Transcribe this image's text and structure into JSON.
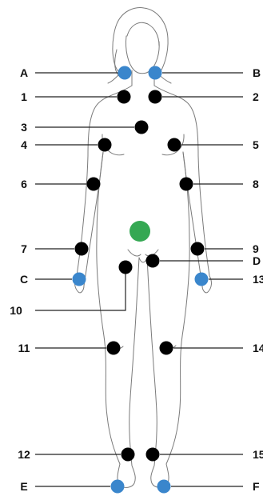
{
  "colors": {
    "black_point": "#000000",
    "blue_point": "#3a86cc",
    "green_point": "#35a853",
    "outline": "#7a7a7a",
    "leader": "#222222"
  },
  "points": [
    {
      "id": "A",
      "label": "A",
      "color": "blue"
    },
    {
      "id": "B",
      "label": "B",
      "color": "blue"
    },
    {
      "id": "1",
      "label": "1",
      "color": "black"
    },
    {
      "id": "2",
      "label": "2",
      "color": "black"
    },
    {
      "id": "3",
      "label": "3",
      "color": "black"
    },
    {
      "id": "4",
      "label": "4",
      "color": "black"
    },
    {
      "id": "5",
      "label": "5",
      "color": "black"
    },
    {
      "id": "6",
      "label": "6",
      "color": "black"
    },
    {
      "id": "8",
      "label": "8",
      "color": "black"
    },
    {
      "id": "7",
      "label": "7",
      "color": "black"
    },
    {
      "id": "9",
      "label": "9",
      "color": "black"
    },
    {
      "id": "D",
      "label": "D",
      "color": "black"
    },
    {
      "id": "C",
      "label": "C",
      "color": "blue"
    },
    {
      "id": "13",
      "label": "13",
      "color": "blue"
    },
    {
      "id": "10",
      "label": "10",
      "color": "black"
    },
    {
      "id": "11",
      "label": "11",
      "color": "black"
    },
    {
      "id": "14",
      "label": "14",
      "color": "black"
    },
    {
      "id": "12",
      "label": "12",
      "color": "black"
    },
    {
      "id": "15",
      "label": "15",
      "color": "black"
    },
    {
      "id": "E",
      "label": "E",
      "color": "blue"
    },
    {
      "id": "F",
      "label": "F",
      "color": "blue"
    }
  ],
  "center_marker": {
    "color": "green"
  }
}
